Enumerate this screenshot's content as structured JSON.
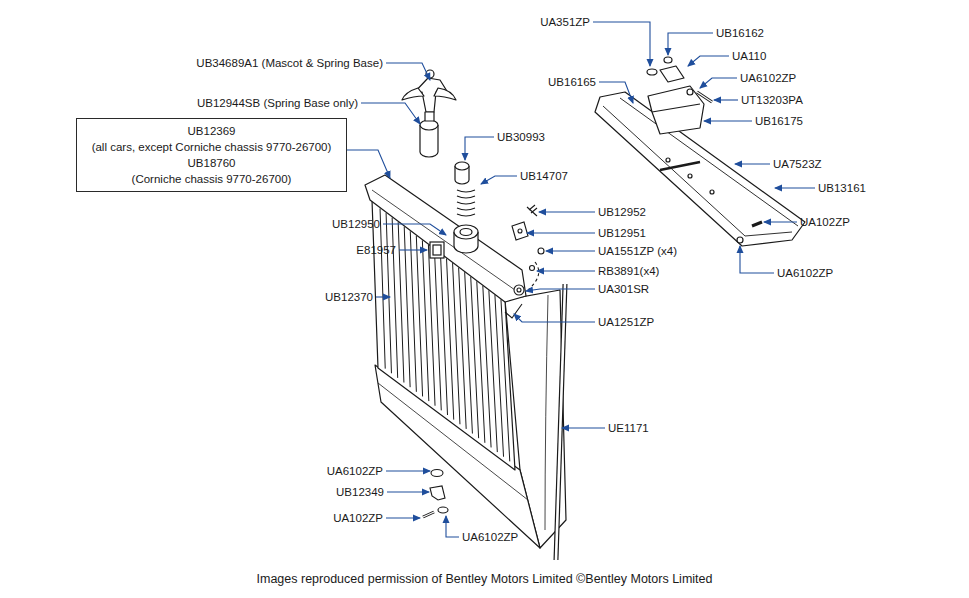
{
  "diagram": {
    "caption": "Images reproduced permission of Bentley Motors Limited ©Bentley Motors Limited",
    "nodes": [
      {
        "text": [
          "UB12369",
          "(all cars, except Corniche chassis 9770-26700)",
          "UB18760",
          "(Corniche chassis 9770-26700)"
        ]
      }
    ],
    "labels": [
      "UB34689A1 (Mascot & Spring Base)",
      "UB12944SB (Spring Base only)",
      "UB30993",
      "UB14707",
      "UB12950",
      "E81957",
      "UB12370",
      "UB12952",
      "UB12951",
      "UA1551ZP (x4)",
      "RB3891(x4)",
      "UA301SR",
      "UA1251ZP",
      "UE1171",
      "UA6102ZP",
      "UB12349",
      "UA102ZP",
      "UA6102ZP",
      "UA351ZP",
      "UB16162",
      "UA110",
      "UB16165",
      "UA6102ZP",
      "UT13203PA",
      "UB16175",
      "UA7523Z",
      "UB13161",
      "UA102ZP",
      "UA6102ZP"
    ]
  }
}
